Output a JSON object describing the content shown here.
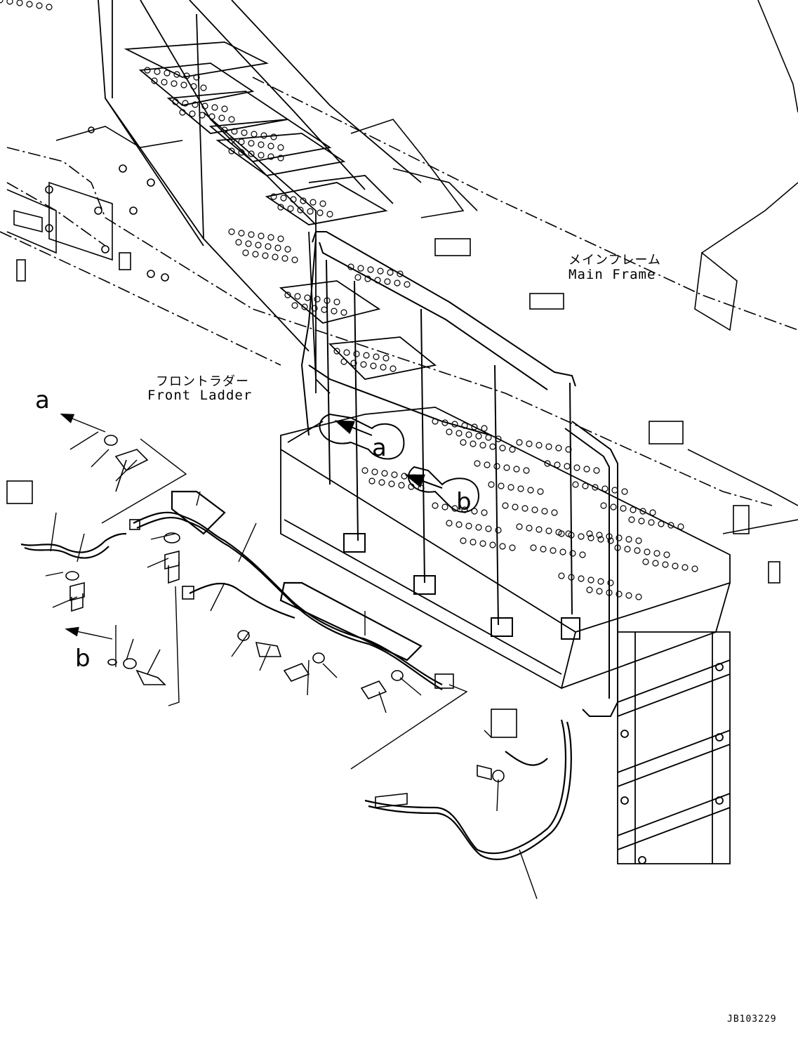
{
  "labels": {
    "main_frame_jp": "メインフレーム",
    "main_frame_en": "Main Frame",
    "front_ladder_jp": "フロントラダー",
    "front_ladder_en": "Front Ladder",
    "view_a_left": "a",
    "view_a_center": "a",
    "view_b_center": "b",
    "view_b_left": "b",
    "drawing_id": "JB103229"
  },
  "colors": {
    "line": "#000000",
    "background": "#ffffff"
  }
}
